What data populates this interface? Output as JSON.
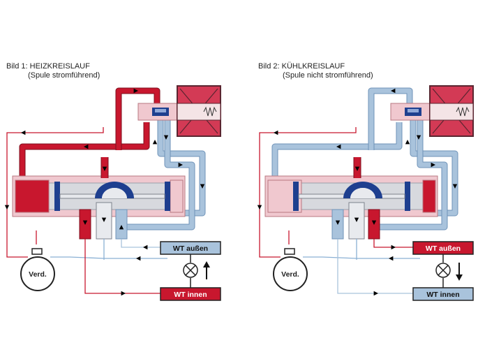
{
  "colors": {
    "hot": "#c8172e",
    "cold": "#a9c3dc",
    "coldEdge": "#6f93b8",
    "pink": "#f0c8cf",
    "pinkEdge": "#b87882",
    "coil": "#d33a55",
    "coilEdge": "#5a2530",
    "piston": "#1e3f8f",
    "gray": "#d7d9de",
    "arrow": "#000000"
  },
  "diagrams": [
    {
      "title": "Bild 1: HEIZKREISLAUF",
      "subtitle": "(Spule stromführend)",
      "mode": "heating",
      "compressor_label": "Verd.",
      "wt_top_label": "WT außen",
      "wt_bottom_label": "WT innen"
    },
    {
      "title": "Bild 2: KÜHLKREISLAUF",
      "subtitle": "(Spule nicht stromführend)",
      "mode": "cooling",
      "compressor_label": "Verd.",
      "wt_top_label": "WT außen",
      "wt_bottom_label": "WT innen"
    }
  ]
}
